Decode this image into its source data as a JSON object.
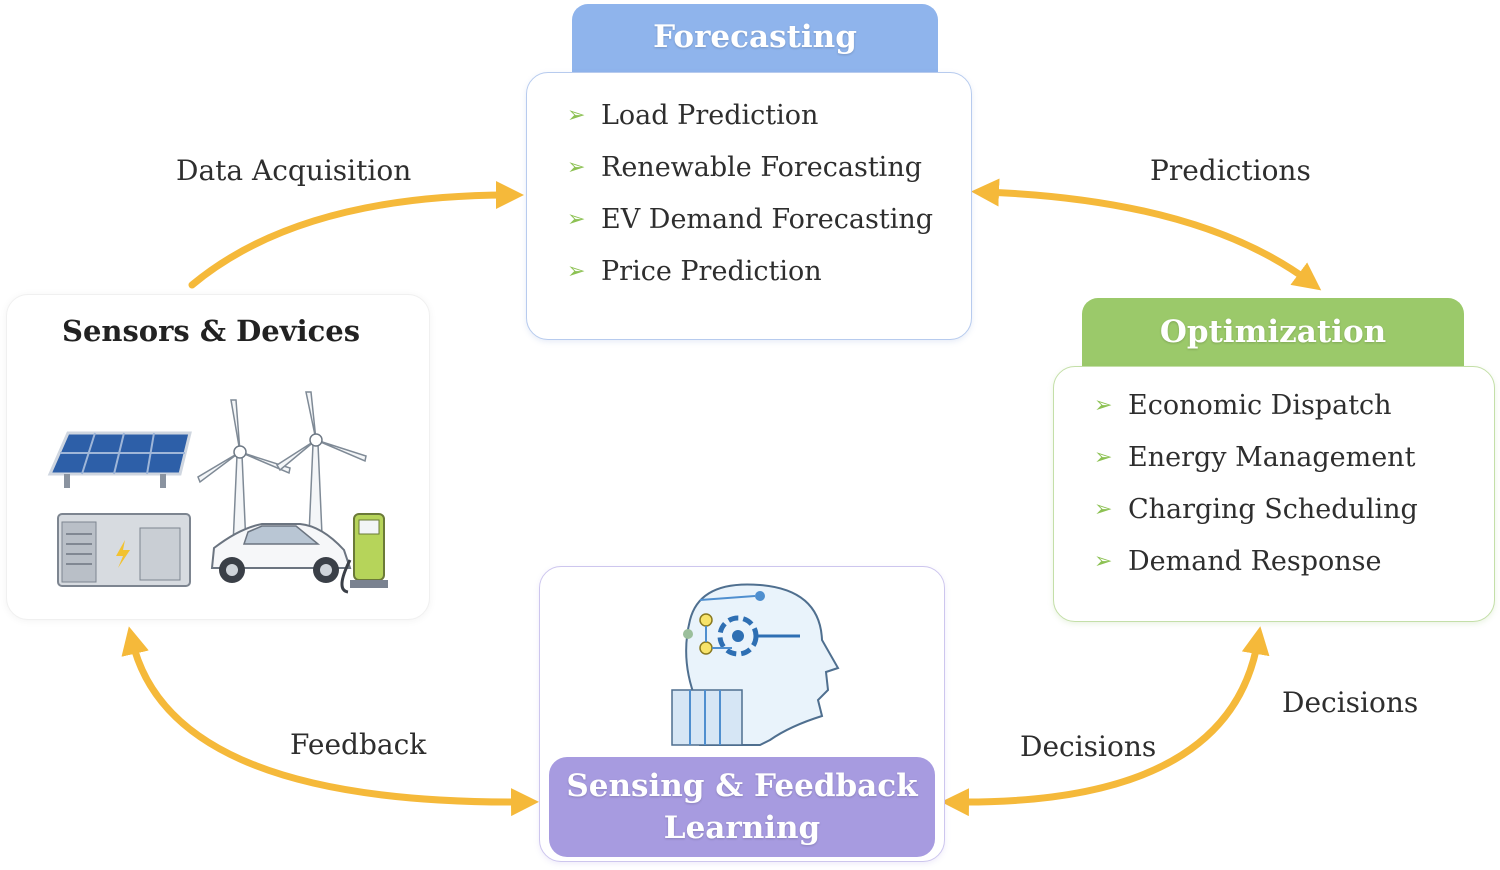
{
  "forecasting": {
    "title": "Forecasting",
    "items": [
      "Load Prediction",
      "Renewable Forecasting",
      "EV Demand Forecasting",
      "Price Prediction"
    ]
  },
  "optimization": {
    "title": "Optimization",
    "items": [
      "Economic Dispatch",
      "Energy Management",
      "Charging Scheduling",
      "Demand Response"
    ]
  },
  "sensors": {
    "title": "Sensors & Devices"
  },
  "learning": {
    "title_line1": "Sensing & Feedback",
    "title_line2": "Learning"
  },
  "flows": {
    "data_acquisition": "Data Acquisition",
    "predictions": "Predictions",
    "decisions_right": "Decisions",
    "decisions_bottom": "Decisions",
    "feedback": "Feedback"
  },
  "bullet_glyph": "➢",
  "colors": {
    "forecasting_header": "#8fb4ec",
    "optimization_header": "#9bc96a",
    "learning_header": "#a79be0",
    "arrow": "#f5b93a",
    "bullet": "#8cc152"
  }
}
